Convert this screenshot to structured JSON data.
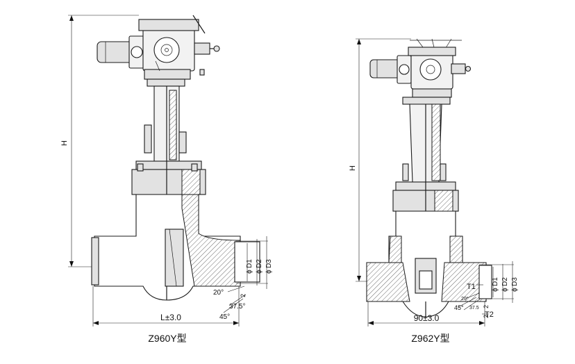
{
  "left": {
    "model": "Z960Y型",
    "H": "H",
    "D1": "D1",
    "D2": "D2",
    "D3": "D3",
    "L": "L±3.0",
    "angle20": "20°",
    "angle375": "37.5°",
    "angle45": "45°",
    "dim2": "2",
    "phi": "ϕ"
  },
  "right": {
    "model": "Z962Y型",
    "H": "H",
    "D1": "D1",
    "D2": "D2",
    "D3": "D3",
    "T1": "T1",
    "T2": "T2",
    "L": "90±3.0",
    "angle20": "20°",
    "angle375": "37.5",
    "angle45": "45°",
    "dim2a": "2",
    "dim2b": "2",
    "phi": "ϕ"
  }
}
